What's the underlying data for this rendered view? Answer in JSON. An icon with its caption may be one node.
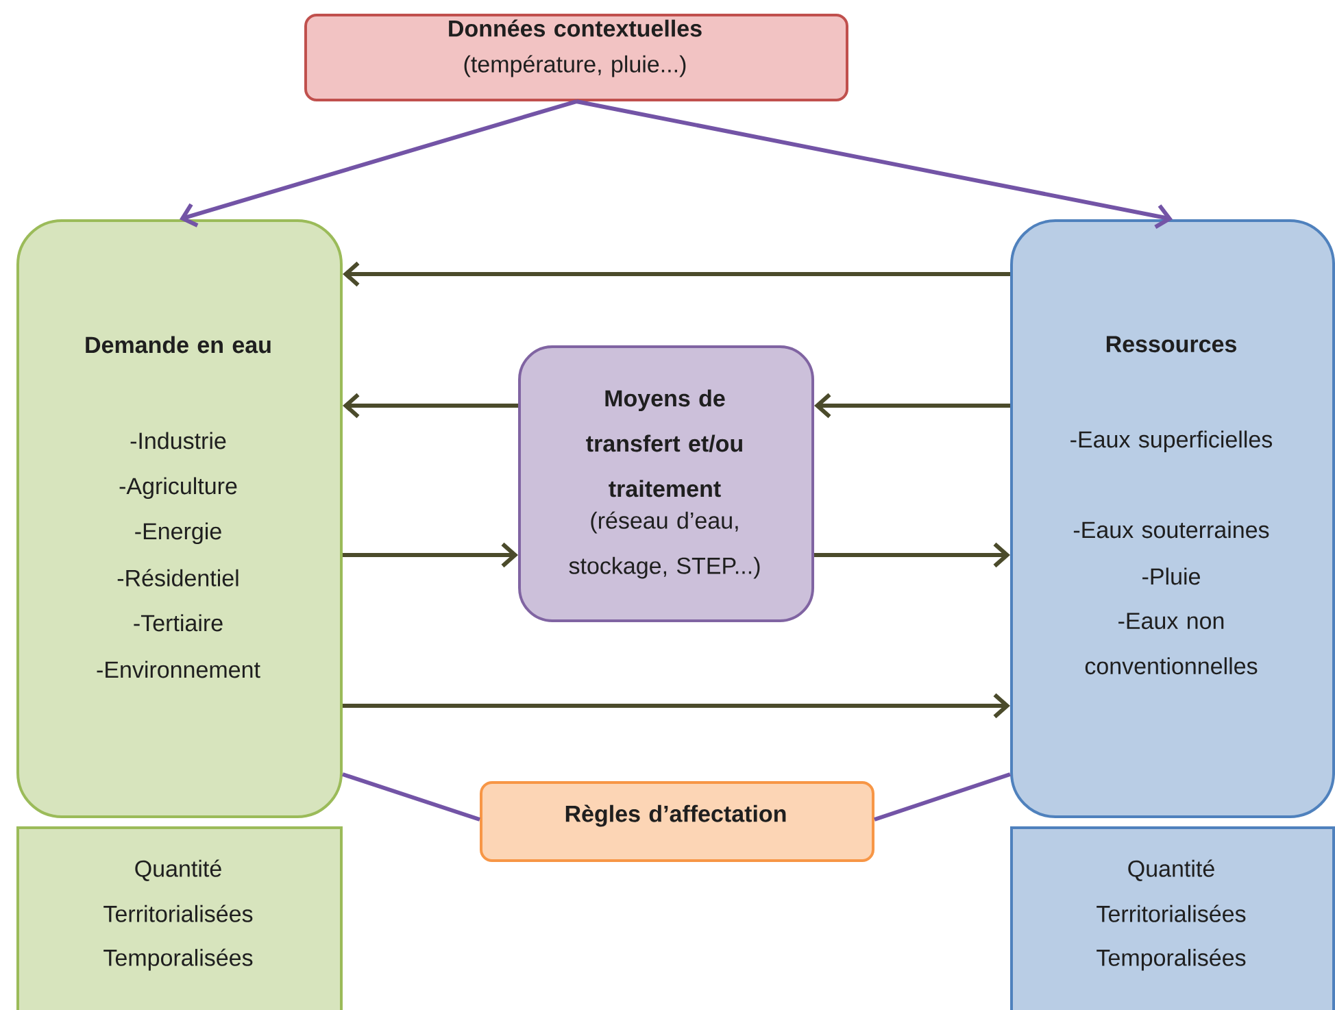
{
  "diagram": {
    "nodes": [
      {
        "text": [
          "Données contextuelles",
          "(température, pluie...)"
        ]
      },
      {
        "text": [
          "Demande en eau",
          "-Industrie",
          "-Agriculture",
          "-Energie",
          "-Résidentiel",
          "-Tertiaire",
          "-Environnement"
        ]
      },
      {
        "text": [
          "Moyens de transfert et/ou traitement",
          "(réseau d’eau, stockage, STEP...)"
        ]
      },
      {
        "text": [
          "Ressources",
          "-Eaux superficielles",
          "-Eaux souterraines",
          "-Pluie",
          "-Eaux non conventionnelles"
        ]
      },
      {
        "text": [
          "Règles d’affectation"
        ]
      },
      {
        "text": [
          "Quantité",
          "Territorialisées",
          "Temporalisées"
        ]
      },
      {
        "text": [
          "Quantité",
          "Territorialisées",
          "Temporalisées"
        ]
      }
    ],
    "edges": [
      {
        "from": 0,
        "to": 1,
        "arrow": "to",
        "color": "#7354a6"
      },
      {
        "from": 0,
        "to": 3,
        "arrow": "to",
        "color": "#7354a6"
      },
      {
        "from": 3,
        "to": 1,
        "arrow": "to"
      },
      {
        "from": 2,
        "to": 1,
        "arrow": "to"
      },
      {
        "from": 3,
        "to": 2,
        "arrow": "to"
      },
      {
        "from": 1,
        "to": 2,
        "arrow": "to"
      },
      {
        "from": 2,
        "to": 3,
        "arrow": "to"
      },
      {
        "from": 1,
        "to": 3,
        "arrow": "to"
      },
      {
        "from": 1,
        "to": 4,
        "arrow": "none",
        "color": "#7354a6"
      },
      {
        "from": 4,
        "to": 3,
        "arrow": "none",
        "color": "#7354a6"
      }
    ]
  }
}
